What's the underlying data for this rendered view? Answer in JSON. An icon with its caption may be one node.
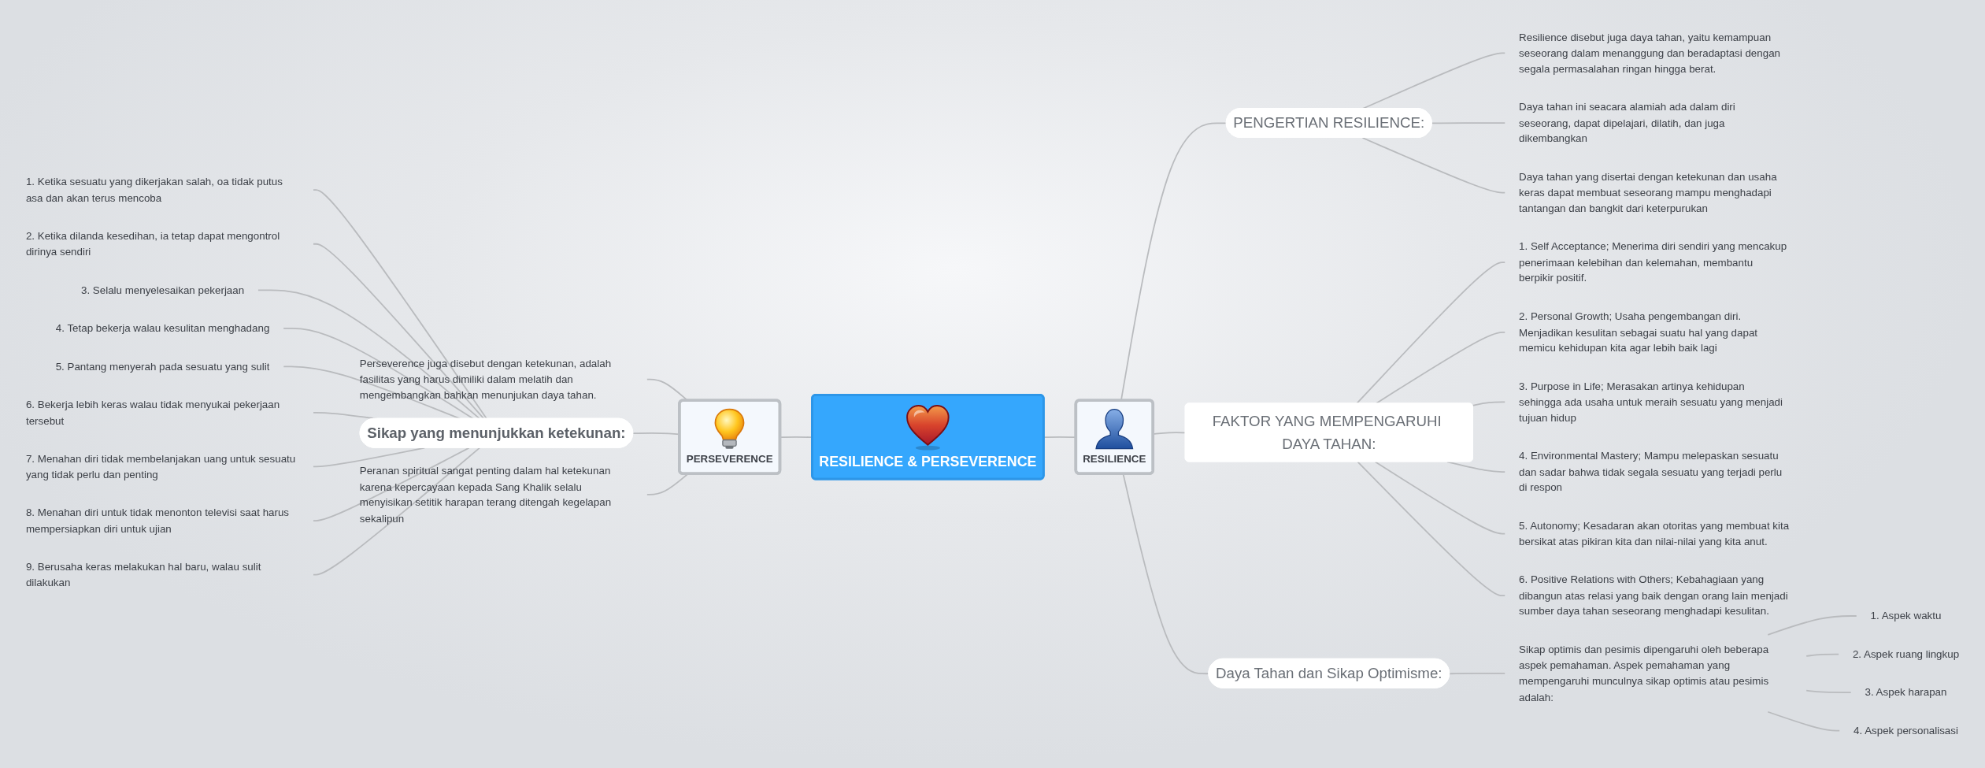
{
  "diagram": {
    "nodes": [
      {
        "text": [
          "RESILIENCE & PERSEVERENCE"
        ]
      },
      {
        "text": [
          "PERSEVERENCE"
        ]
      },
      {
        "text": [
          "Perseverence juga disebut dengan ketekunan, adalah fasilitas yang harus dimiliki dalam melatih dan mengembangkan bahkan menunjukan daya tahan."
        ]
      },
      {
        "text": [
          "Sikap yang menunjukkan ketekunan:"
        ]
      },
      {
        "text": [
          "1. Ketika sesuatu yang dikerjakan salah, oa tidak putus asa dan akan terus mencoba"
        ]
      },
      {
        "text": [
          "2. Ketika dilanda kesedihan, ia tetap dapat mengontrol dirinya sendiri"
        ]
      },
      {
        "text": [
          "3. Selalu menyelesaikan pekerjaan"
        ]
      },
      {
        "text": [
          "4. Tetap bekerja walau kesulitan menghadang"
        ]
      },
      {
        "text": [
          "5. Pantang menyerah pada sesuatu yang sulit"
        ]
      },
      {
        "text": [
          "6. Bekerja lebih keras walau tidak menyukai pekerjaan tersebut"
        ]
      },
      {
        "text": [
          "7. Menahan diri tidak membelanjakan uang untuk sesuatu yang tidak perlu dan penting"
        ]
      },
      {
        "text": [
          "8. Menahan diri untuk tidak menonton televisi saat harus mempersiapkan diri untuk ujian"
        ]
      },
      {
        "text": [
          "9. Berusaha keras melakukan hal baru, walau sulit dilakukan"
        ]
      },
      {
        "text": [
          "Peranan spiritual sangat penting dalam hal ketekunan karena kepercayaan kepada Sang Khalik selalu menyisikan setitik harapan terang ditengah kegelapan sekalipun"
        ]
      },
      {
        "text": [
          "RESILIENCE"
        ]
      },
      {
        "text": [
          "PENGERTIAN RESILIENCE:"
        ]
      },
      {
        "text": [
          "Resilience disebut juga daya tahan, yaitu kemampuan seseorang dalam menanggung dan beradaptasi dengan segala permasalahan ringan hingga berat."
        ]
      },
      {
        "text": [
          "Daya tahan ini seacara alamiah ada dalam diri seseorang, dapat dipelajari, dilatih, dan juga dikembangkan"
        ]
      },
      {
        "text": [
          "Daya tahan yang disertai dengan ketekunan dan usaha keras dapat membuat seseorang mampu menghadapi tantangan dan bangkit dari keterpurukan"
        ]
      },
      {
        "text": [
          "FAKTOR YANG MEMPENGARUHI DAYA TAHAN:"
        ]
      },
      {
        "text": [
          "1. Self Acceptance; Menerima diri sendiri yang mencakup penerimaan kelebihan dan kelemahan, membantu berpikir positif."
        ]
      },
      {
        "text": [
          "2. Personal Growth; Usaha pengembangan diri. Menjadikan kesulitan sebagai suatu hal yang dapat memicu kehidupan kita agar lebih baik lagi"
        ]
      },
      {
        "text": [
          "3. Purpose in Life; Merasakan artinya kehidupan sehingga ada usaha untuk meraih sesuatu yang menjadi tujuan hidup"
        ]
      },
      {
        "text": [
          "4. Environmental Mastery; Mampu melepaskan sesuatu dan sadar bahwa tidak segala sesuatu yang terjadi perlu di respon"
        ]
      },
      {
        "text": [
          "5. Autonomy; Kesadaran akan otoritas yang membuat kita bersikat atas pikiran kita dan nilai-nilai yang kita anut."
        ]
      },
      {
        "text": [
          "6. Positive Relations with Others; Kebahagiaan yang dibangun atas relasi yang baik dengan orang lain menjadi sumber daya tahan seseorang menghadapi kesulitan."
        ]
      },
      {
        "text": [
          "Daya Tahan dan Sikap Optimisme:"
        ]
      },
      {
        "text": [
          "Sikap optimis dan pesimis dipengaruhi oleh beberapa aspek pemahaman. Aspek pemahaman yang mempengaruhi munculnya sikap optimis atau pesimis adalah:"
        ]
      },
      {
        "text": [
          "1. Aspek waktu"
        ]
      },
      {
        "text": [
          "2. Aspek ruang lingkup"
        ]
      },
      {
        "text": [
          "3. Aspek harapan"
        ]
      },
      {
        "text": [
          "4. Aspek personalisasi"
        ]
      }
    ],
    "edges": [
      {
        "from": 1,
        "to": 0,
        "arrow": "none"
      },
      {
        "from": 2,
        "to": 1,
        "arrow": "none"
      },
      {
        "from": 3,
        "to": 1,
        "arrow": "none"
      },
      {
        "from": 4,
        "to": 3,
        "arrow": "none"
      },
      {
        "from": 5,
        "to": 3,
        "arrow": "none"
      },
      {
        "from": 6,
        "to": 3,
        "arrow": "none"
      },
      {
        "from": 7,
        "to": 3,
        "arrow": "none"
      },
      {
        "from": 8,
        "to": 3,
        "arrow": "none"
      },
      {
        "from": 9,
        "to": 3,
        "arrow": "none"
      },
      {
        "from": 10,
        "to": 3,
        "arrow": "none"
      },
      {
        "from": 11,
        "to": 3,
        "arrow": "none"
      },
      {
        "from": 12,
        "to": 3,
        "arrow": "none"
      },
      {
        "from": 13,
        "to": 1,
        "arrow": "none"
      },
      {
        "from": 0,
        "to": 14,
        "arrow": "none"
      },
      {
        "from": 14,
        "to": 15,
        "arrow": "none"
      },
      {
        "from": 15,
        "to": 16,
        "arrow": "none"
      },
      {
        "from": 15,
        "to": 17,
        "arrow": "none"
      },
      {
        "from": 15,
        "to": 18,
        "arrow": "none"
      },
      {
        "from": 14,
        "to": 19,
        "arrow": "none"
      },
      {
        "from": 19,
        "to": 20,
        "arrow": "none"
      },
      {
        "from": 19,
        "to": 21,
        "arrow": "none"
      },
      {
        "from": 19,
        "to": 22,
        "arrow": "none"
      },
      {
        "from": 19,
        "to": 23,
        "arrow": "none"
      },
      {
        "from": 19,
        "to": 24,
        "arrow": "none"
      },
      {
        "from": 19,
        "to": 25,
        "arrow": "none"
      },
      {
        "from": 14,
        "to": 26,
        "arrow": "none"
      },
      {
        "from": 26,
        "to": 27,
        "arrow": "none"
      },
      {
        "from": 27,
        "to": 28,
        "arrow": "none"
      },
      {
        "from": 27,
        "to": 29,
        "arrow": "none"
      },
      {
        "from": 27,
        "to": 30,
        "arrow": "none"
      },
      {
        "from": 27,
        "to": 31,
        "arrow": "none"
      }
    ]
  }
}
